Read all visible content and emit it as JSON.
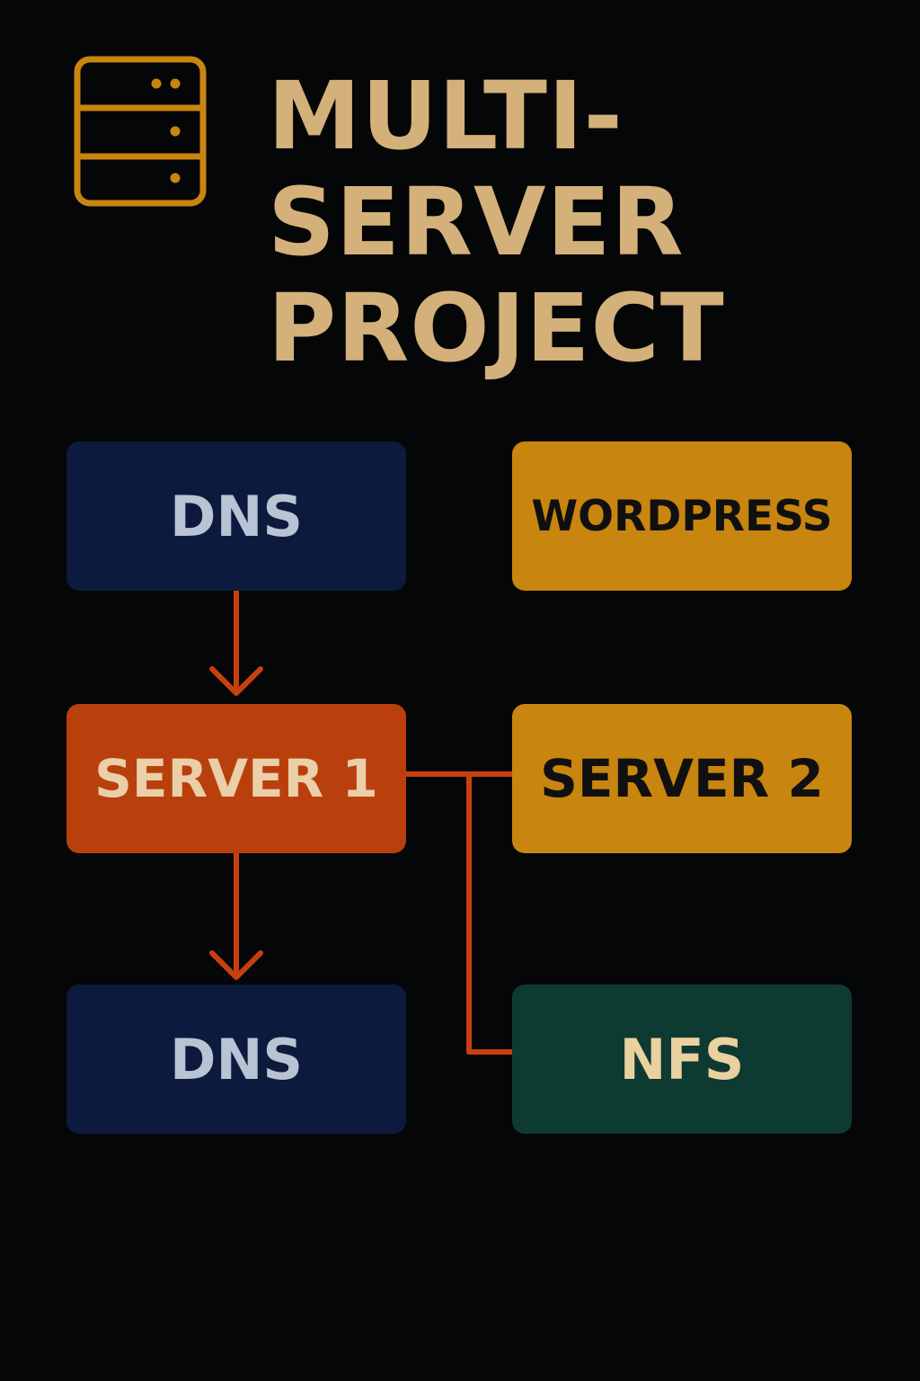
{
  "title": {
    "line1": "MULTI-",
    "line2": "SERVER",
    "line3": "PROJECT"
  },
  "icon": "server-rack-icon",
  "nodes": {
    "dns_top": "DNS",
    "wordpress": "WORDPRESS",
    "server1": "SERVER 1",
    "server2": "SERVER 2",
    "dns_bottom": "DNS",
    "nfs": "NFS"
  },
  "edges": [
    {
      "from": "dns_top",
      "to": "server1",
      "arrow": true
    },
    {
      "from": "server1",
      "to": "dns_bottom",
      "arrow": true
    },
    {
      "from": "server1",
      "to": "server2",
      "arrow": false
    },
    {
      "from": "server1",
      "to": "nfs",
      "arrow": false
    }
  ],
  "colors": {
    "background": "#050607",
    "title": "#d4b07a",
    "icon": "#c8850f",
    "connector": "#c8400f",
    "navy": "#0c1a3d",
    "gold": "#c8850f",
    "rust": "#b9400d",
    "green": "#0d3a31"
  }
}
